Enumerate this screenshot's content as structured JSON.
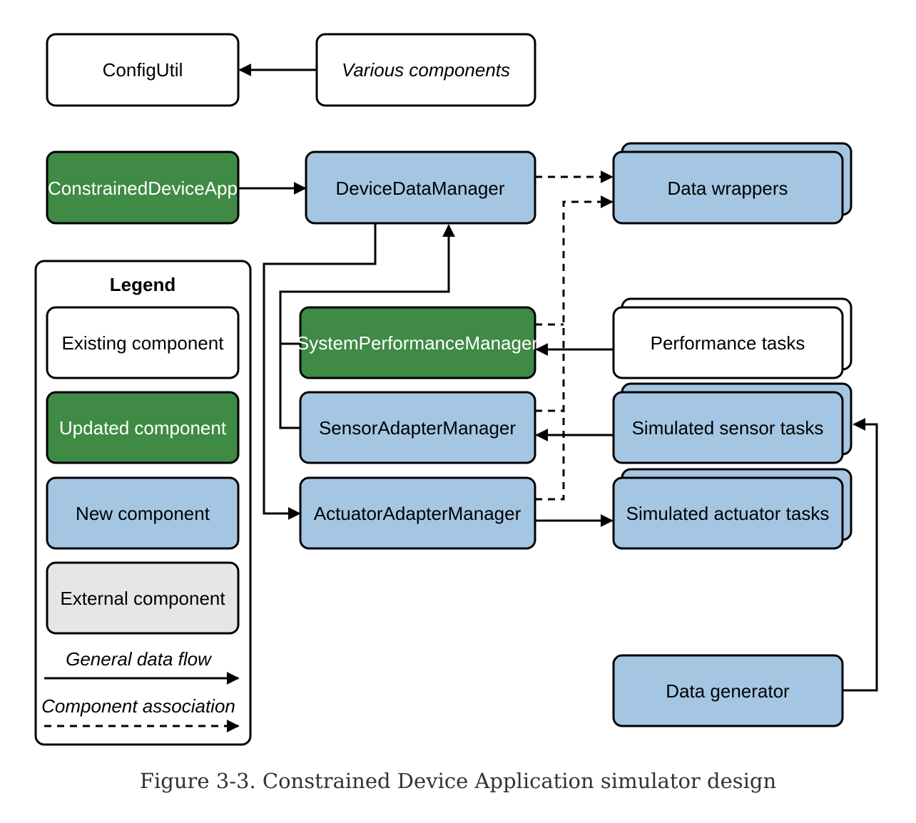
{
  "colors": {
    "existing": "#ffffff",
    "updated": "#3f8a45",
    "new": "#a5c6e3",
    "external": "#e6e6e6",
    "stroke": "#000000"
  },
  "nodes": {
    "config_util": "ConfigUtil",
    "various_components": "Various components",
    "constrained_device_app": "ConstrainedDeviceApp",
    "device_data_manager": "DeviceDataManager",
    "data_wrappers": "Data wrappers",
    "system_performance_manager": "SystemPerformanceManager",
    "performance_tasks": "Performance tasks",
    "sensor_adapter_manager": "SensorAdapterManager",
    "simulated_sensor_tasks": "Simulated sensor tasks",
    "actuator_adapter_manager": "ActuatorAdapterManager",
    "simulated_actuator_tasks": "Simulated actuator tasks",
    "data_generator": "Data generator"
  },
  "legend": {
    "title": "Legend",
    "existing": "Existing component",
    "updated": "Updated component",
    "new": "New component",
    "external": "External component",
    "data_flow": "General data flow",
    "association": "Component association"
  },
  "caption": "Figure 3-3. Constrained Device Application simulator design"
}
